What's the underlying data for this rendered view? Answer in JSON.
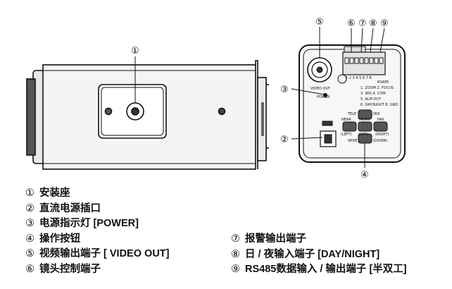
{
  "callouts": {
    "n1": "①",
    "n2": "②",
    "n3": "③",
    "n4": "④",
    "n5": "⑤",
    "n6": "⑥",
    "n7": "⑦",
    "n8": "⑧",
    "n9": "⑨"
  },
  "panel_labels": {
    "video_out": "VIDEO OUT",
    "power": "POWER",
    "tele": "TELE",
    "iris": "IRIS",
    "near": "NEAR",
    "menu": "MENU",
    "far": "FAR",
    "left": "(LEFT)",
    "set": "(SET)",
    "right": "(RIGHT)",
    "wide": "WIDE",
    "down": "(DOWN)",
    "terminal_numbers": "1 2 3 4 5 6 7 8",
    "rs485": "RS485",
    "t1": "1. ZOOM 2. FOCUS",
    "t2": "3. IRIS  4. COM",
    "t3": "5. ALM OUT",
    "t4": "6. DAY/NIGHT 8. GND"
  },
  "legend": {
    "left": [
      {
        "num": "①",
        "text": "安装座"
      },
      {
        "num": "②",
        "text": "直流电源插口"
      },
      {
        "num": "③",
        "text": "电源指示灯 [POWER]"
      },
      {
        "num": "④",
        "text": "操作按钮"
      },
      {
        "num": "⑤",
        "text": "视频输出端子 [ VIDEO OUT]"
      },
      {
        "num": "⑥",
        "text": "镜头控制端子"
      }
    ],
    "right": [
      {
        "num": "⑦",
        "text": "报警输出端子"
      },
      {
        "num": "⑧",
        "text": "日 / 夜输入端子 [DAY/NIGHT]"
      },
      {
        "num": "⑨",
        "text": "RS485数据输入 / 输出端子 [半双工]"
      }
    ]
  }
}
